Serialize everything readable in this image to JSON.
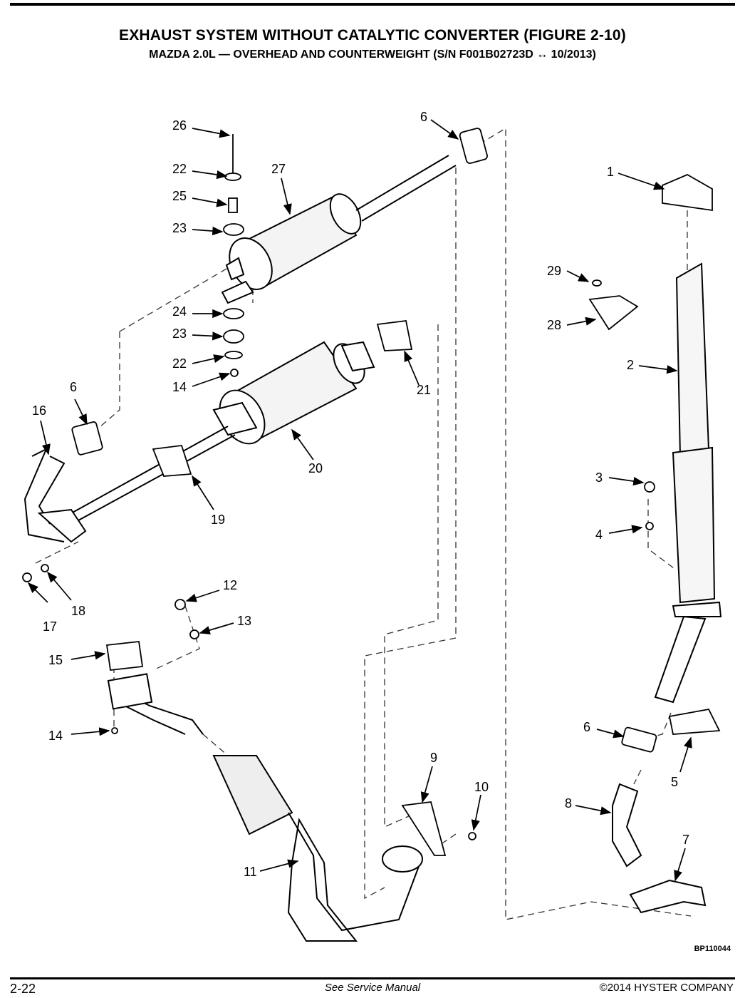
{
  "header": {
    "title": "EXHAUST SYSTEM WITHOUT CATALYTIC CONVERTER (FIGURE 2-10)",
    "subtitle": "MAZDA 2.0L — OVERHEAD AND COUNTERWEIGHT  (S/N F001B02723D ↔ 10/2013)"
  },
  "diagram": {
    "figure_code": "BP110044",
    "callouts": [
      "1",
      "2",
      "3",
      "4",
      "5",
      "6",
      "7",
      "8",
      "9",
      "10",
      "11",
      "12",
      "13",
      "14",
      "15",
      "16",
      "17",
      "18",
      "19",
      "20",
      "21",
      "22",
      "23",
      "24",
      "25",
      "26",
      "27",
      "28",
      "29"
    ]
  },
  "footer": {
    "page_number": "2-22",
    "note": "See Service Manual",
    "copyright": "©2014 HYSTER COMPANY"
  }
}
